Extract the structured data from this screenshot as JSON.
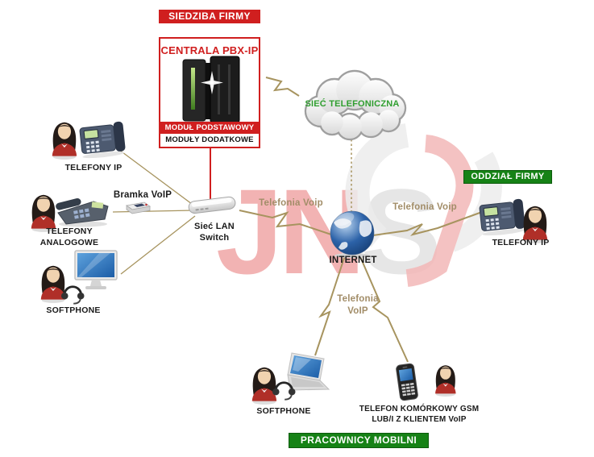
{
  "colors": {
    "banner_red": "#d01f1f",
    "banner_green": "#168216",
    "cloud_text_green": "#2f9e2f",
    "connection_tan": "#a7945f",
    "voip_label_tan": "#a28d68",
    "watermark_pink": "#f2b3b3",
    "watermark_gray": "#e6e6e6"
  },
  "watermark": {
    "letter_j": "J",
    "letter_n": "N",
    "letter_s": "S"
  },
  "headquarters": {
    "banner": "SIEDZIBA FIRMY",
    "pbx": {
      "title": "CENTRALA PBX-IP",
      "module_primary": "MODUŁ PODSTAWOWY",
      "modules_additional": "MODUŁY DODATKOWE"
    }
  },
  "telephone_network_cloud": {
    "label": "SIEĆ TELEFONICZNA"
  },
  "branch_office": {
    "banner": "ODDZIAŁ FIRMY",
    "ip_phones_label": "TELEFONY IP"
  },
  "left_site": {
    "ip_phones_label": "TELEFONY IP",
    "analog_phones_label": "TELEFONY\nANALOGOWE",
    "softphone_label": "SOFTPHONE",
    "voip_gateway_label": "Bramka VoIP",
    "lan_switch_label": "Sieć LAN\nSwitch"
  },
  "internet": {
    "label": "INTERNET"
  },
  "mobile_workers": {
    "banner": "PRACOWNICY MOBILNI",
    "softphone_label": "SOFTPHONE",
    "gsm_phone_label": "TELEFON KOMÓRKOWY GSM\nLUB/I Z KLIENTEM VoIP"
  },
  "connections": {
    "lan_to_internet_label": "Telefonia Voip",
    "internet_to_branch_label": "Telefonia Voip",
    "internet_to_mobile_label": "Telefonia\nVoIP"
  }
}
